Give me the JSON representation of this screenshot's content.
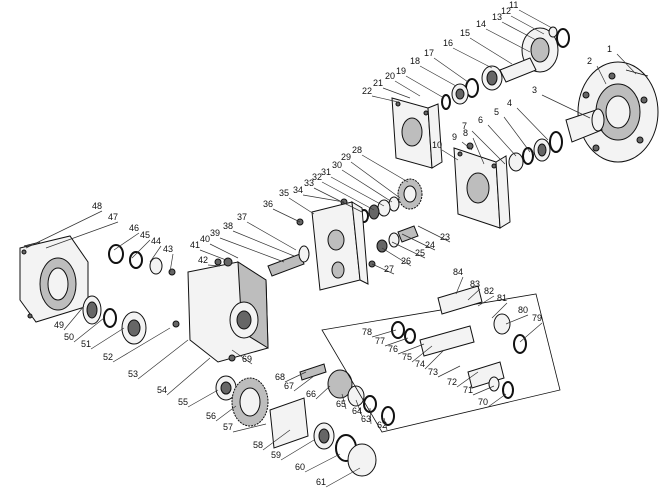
{
  "callouts": [
    "1",
    "2",
    "3",
    "4",
    "5",
    "6",
    "7",
    "8",
    "9",
    "10",
    "11",
    "12",
    "13",
    "14",
    "15",
    "16",
    "17",
    "18",
    "19",
    "20",
    "21",
    "22",
    "23",
    "24",
    "25",
    "26",
    "27",
    "28",
    "29",
    "30",
    "31",
    "32",
    "33",
    "34",
    "35",
    "36",
    "37",
    "38",
    "39",
    "40",
    "41",
    "42",
    "43",
    "44",
    "45",
    "46",
    "47",
    "48",
    "49",
    "50",
    "51",
    "52",
    "53",
    "54",
    "55",
    "56",
    "57",
    "58",
    "59",
    "60",
    "61",
    "62",
    "63",
    "64",
    "65",
    "66",
    "67",
    "68",
    "69",
    "70",
    "71",
    "72",
    "73",
    "74",
    "75",
    "76",
    "77",
    "78",
    "79",
    "80",
    "81",
    "82",
    "83",
    "84"
  ]
}
